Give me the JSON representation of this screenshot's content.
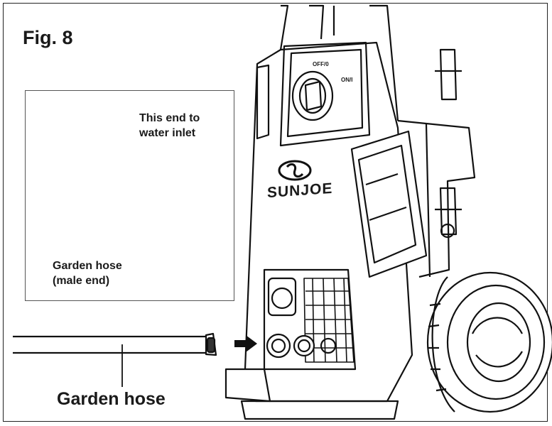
{
  "figure": {
    "title": "Fig. 8",
    "brand": "SUNJOE",
    "switch_off": "OFF/0",
    "switch_on": "ON/I"
  },
  "callouts": {
    "water_inlet": [
      "This end to",
      "water inlet"
    ],
    "male_end": [
      "Garden hose",
      "(male end)"
    ],
    "garden_hose": "Garden hose"
  },
  "icons": [
    "arrow-right-icon",
    "sun-joe-logo-icon",
    "wheel-icon"
  ]
}
